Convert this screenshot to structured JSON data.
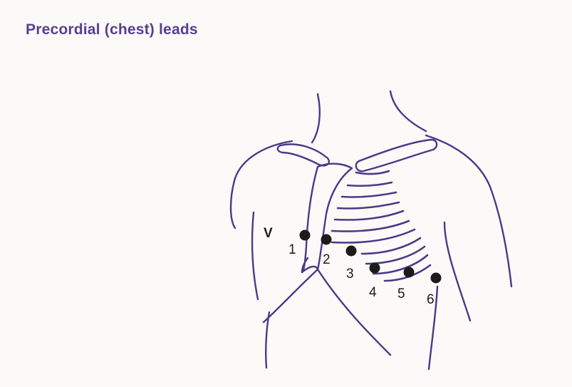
{
  "title": "Precordial (chest) leads",
  "lead_prefix": "V",
  "leads": [
    {
      "label": "1"
    },
    {
      "label": "2"
    },
    {
      "label": "3"
    },
    {
      "label": "4"
    },
    {
      "label": "5"
    },
    {
      "label": "6"
    }
  ],
  "colors": {
    "title": "#5a3e92",
    "outline": "#4b3a88",
    "electrode": "#1b1b1b"
  }
}
